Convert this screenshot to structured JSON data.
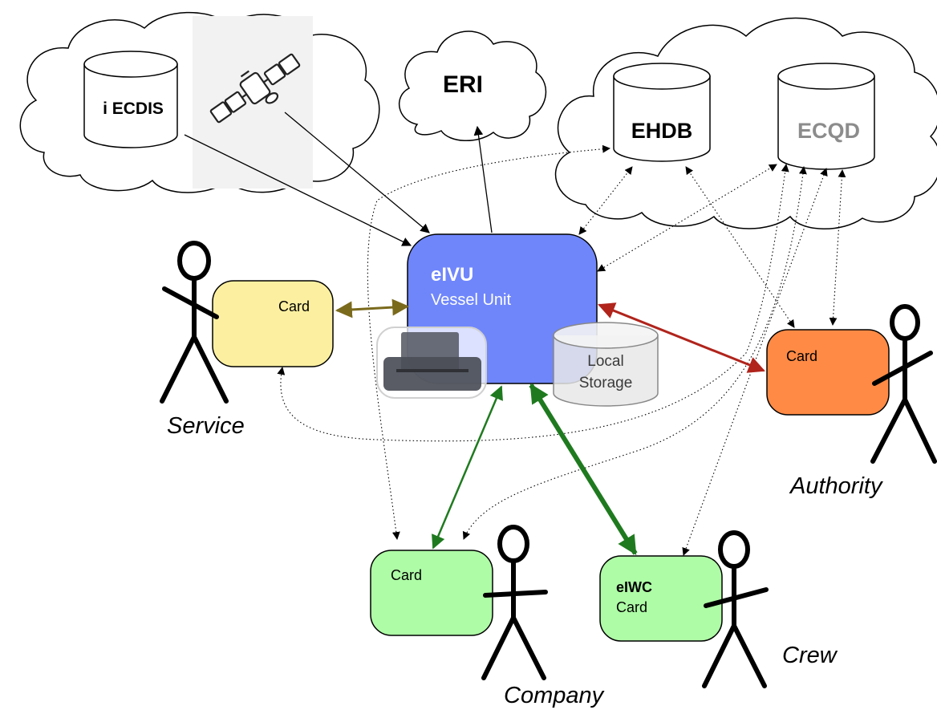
{
  "clouds": {
    "left": {
      "ecdis_label": "i ECDIS"
    },
    "middle": {
      "eri_label": "ERI"
    },
    "right": {
      "ehdb_label": "EHDB",
      "ecqd_label": "ECQD"
    }
  },
  "vessel_unit": {
    "title": "eIVU",
    "subtitle": "Vessel Unit",
    "storage_line1": "Local",
    "storage_line2": "Storage"
  },
  "cards": {
    "service": {
      "label": "Card",
      "actor": "Service"
    },
    "authority": {
      "label": "Card",
      "actor": "Authority"
    },
    "company": {
      "label": "Card",
      "actor": "Company"
    },
    "crew": {
      "label_line1": "eIWC",
      "label_line2": "Card",
      "actor": "Crew"
    }
  },
  "colors": {
    "vessel_unit": "#6f86fb",
    "service_card": "#fcf0a0",
    "authority_card": "#ff8a45",
    "company_card": "#aefca6",
    "crew_card": "#aefca6",
    "arrow_service": "#7a6a1c",
    "arrow_authority": "#b0241c",
    "arrow_green": "#1f7a1f",
    "ecqd_text": "#8c8c8c"
  },
  "icons": [
    "satellite-icon",
    "printer-icon",
    "database-icon",
    "stick-figure-icon"
  ]
}
